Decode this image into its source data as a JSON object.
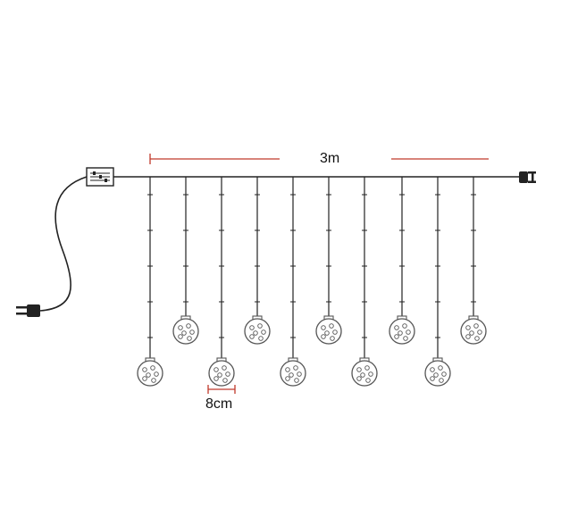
{
  "labels": {
    "length": "3m",
    "ball_diameter": "8cm"
  },
  "components": {
    "controller_icon": "controller-box-icon",
    "left_plug_icon": "power-plug-icon",
    "right_plug_icon": "end-connector-icon",
    "bulb_icon": "ball-bulb-icon"
  },
  "strands": {
    "count": 10,
    "short_strand_bulbs": 5,
    "long_strand_bulbs": 5
  },
  "colors": {
    "wire": "#222222",
    "dimension_line": "#c0392b",
    "bulb_outline": "#555555"
  }
}
